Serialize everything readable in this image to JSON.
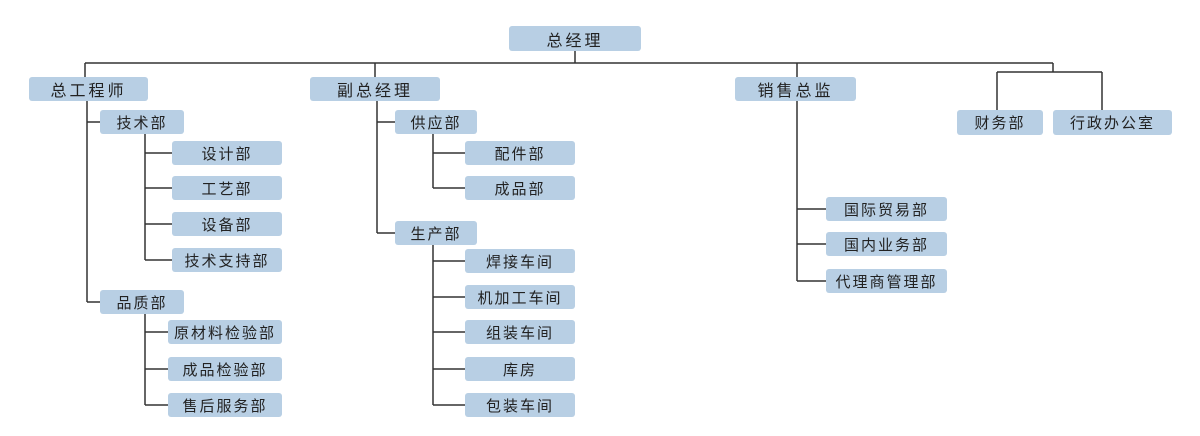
{
  "org_chart": {
    "root": "总经理",
    "branches": [
      {
        "name": "总工程师",
        "departments": [
          {
            "name": "技术部",
            "units": [
              "设计部",
              "工艺部",
              "设备部",
              "技术支持部"
            ]
          },
          {
            "name": "品质部",
            "units": [
              "原材料检验部",
              "成品检验部",
              "售后服务部"
            ]
          }
        ]
      },
      {
        "name": "副总经理",
        "departments": [
          {
            "name": "供应部",
            "units": [
              "配件部",
              "成品部"
            ]
          },
          {
            "name": "生产部",
            "units": [
              "焊接车间",
              "机加工车间",
              "组装车间",
              "库房",
              "包装车间"
            ]
          }
        ]
      },
      {
        "name": "销售总监",
        "units": [
          "国际贸易部",
          "国内业务部",
          "代理商管理部"
        ]
      },
      {
        "name": "财务部"
      },
      {
        "name": "行政办公室"
      }
    ]
  },
  "colors": {
    "box_fill": "#b8cfe4",
    "line": "#333333",
    "text": "#222222"
  }
}
